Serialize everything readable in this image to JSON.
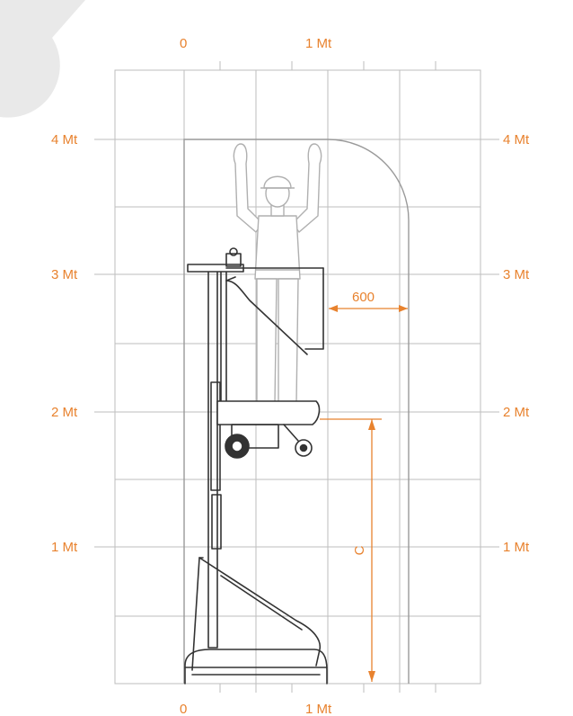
{
  "colors": {
    "accent": "#e8822e",
    "grid": "#b9b9b9",
    "machine": "#333333",
    "figure": "#b5b5b5"
  },
  "axis": {
    "top_labels": [
      "0",
      "1 Mt"
    ],
    "bottom_labels": [
      "0",
      "1 Mt"
    ],
    "left_labels": [
      "4 Mt",
      "3 Mt",
      "2 Mt",
      "1 Mt"
    ],
    "right_labels": [
      "4 Mt",
      "3 Mt",
      "2 Mt",
      "1 Mt"
    ]
  },
  "dimensions": {
    "clearance_label": "600",
    "height_label": "C"
  },
  "icons": {
    "corner": "quarter-circle-watermark",
    "figure": "worker-arms-raised-icon",
    "machine": "mobile-work-platform-icon"
  }
}
